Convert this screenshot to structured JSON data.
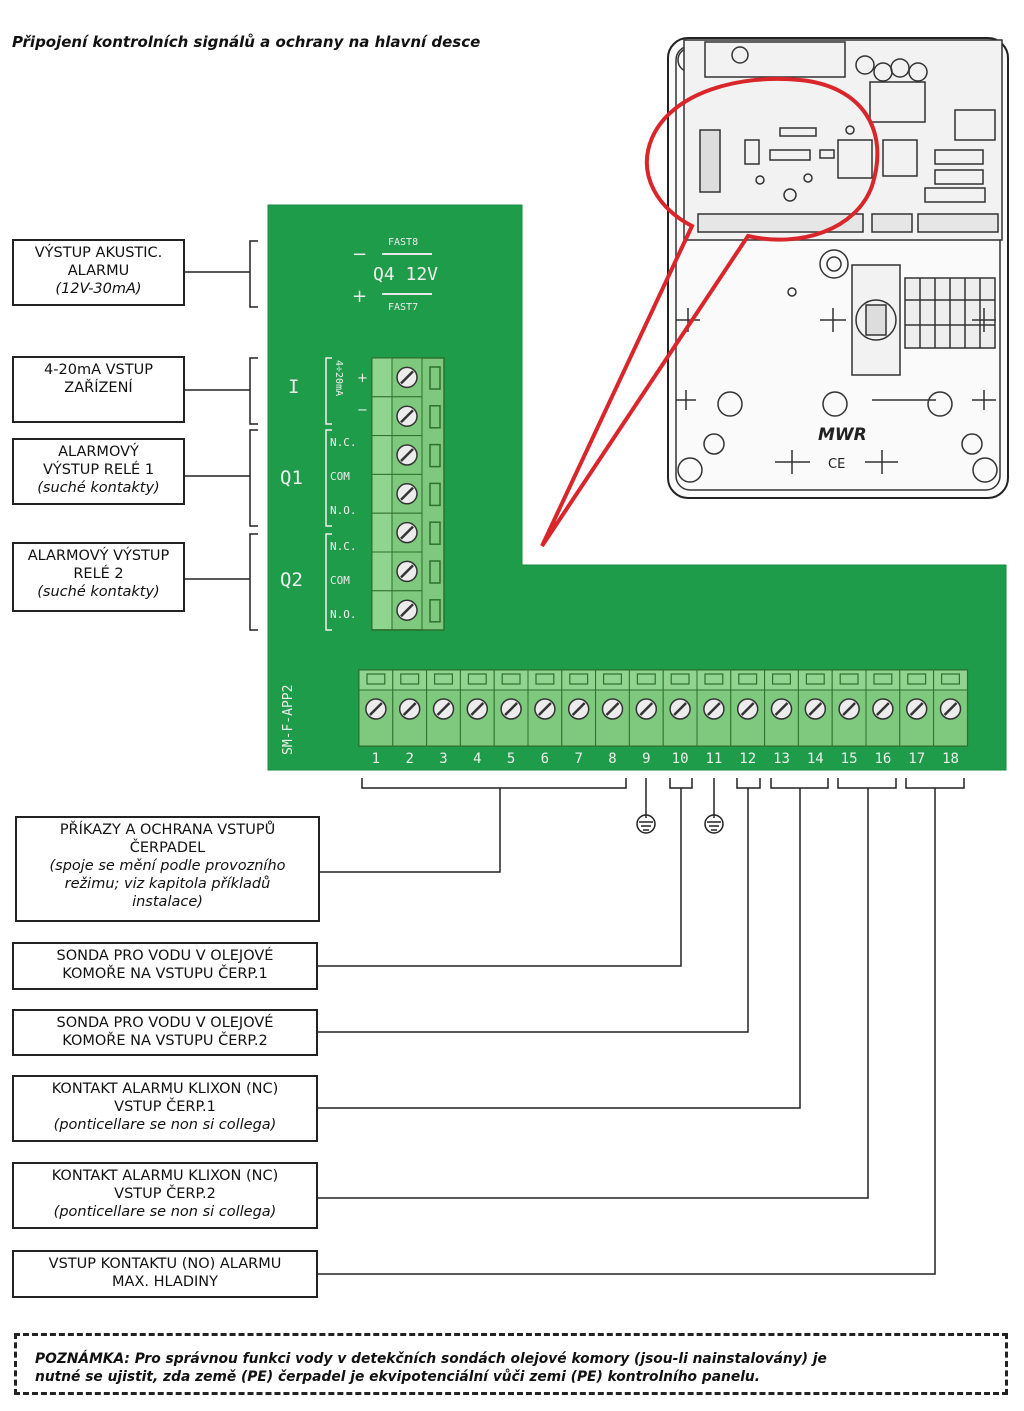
{
  "title": "Připojení kontrolních signálů a ochrany na hlavní desce",
  "board": {
    "model": "SM-F-APP2",
    "fuse_top": "FAST8",
    "fuse_bottom": "FAST7",
    "fuse_label": "Q4 12V",
    "minus": "−",
    "plus": "+",
    "group_I": "I",
    "group_Q1": "Q1",
    "group_Q2": "Q2",
    "ma_label": "4÷20mA",
    "ma_plus": "+",
    "ma_minus": "−",
    "q1_contacts": [
      "N.C.",
      "COM",
      "N.O."
    ],
    "q2_contacts": [
      "N.C.",
      "COM",
      "N.O."
    ],
    "terminals": [
      "1",
      "2",
      "3",
      "4",
      "5",
      "6",
      "7",
      "8",
      "9",
      "10",
      "11",
      "12",
      "13",
      "14",
      "15",
      "16",
      "17",
      "18"
    ]
  },
  "panel": {
    "brand": "MWR",
    "ce": "CE"
  },
  "labels": {
    "acoustic": [
      "VÝSTUP AKUSTIC.",
      "ALARMU",
      "(12V-30mA)"
    ],
    "ma_input": [
      "4-20mA VSTUP",
      "ZAŘÍZENÍ"
    ],
    "relay1": [
      "ALARMOVÝ",
      "VÝSTUP RELÉ 1",
      "(suché kontakty)"
    ],
    "relay2": [
      "ALARMOVÝ VÝSTUP",
      "RELÉ 2",
      "(suché kontakty)"
    ],
    "pump_cmd": [
      "PŘÍKAZY A OCHRANA VSTUPŮ",
      "ČERPADEL",
      "(spoje se mění podle provozního",
      "režimu; viz kapitola příkladů",
      "instalace)"
    ],
    "probe1": [
      "SONDA PRO VODU V OLEJOVÉ",
      "KOMOŘE NA VSTUPU ČERP.1"
    ],
    "probe2": [
      "SONDA PRO VODU V OLEJOVÉ",
      "KOMOŘE NA VSTUPU ČERP.2"
    ],
    "klixon1": [
      "KONTAKT ALARMU KLIXON (NC)",
      "VSTUP ČERP.1",
      "(ponticellare se non si collega)"
    ],
    "klixon2": [
      "KONTAKT ALARMU KLIXON (NC)",
      "VSTUP ČERP.2",
      "(ponticellare se non si collega)"
    ],
    "maxlevel": [
      "VSTUP KONTAKTU (NO) ALARMU",
      "MAX. HLADINY"
    ]
  },
  "note": [
    "POZNÁMKA: Pro správnou funkci vody v detekčních sondách olejové komory (jsou-li nainstalovány) je",
    "nutné se ujistit, zda země (PE) čerpadel je ekvipotenciální vůči zemi (PE) kontrolního panelu."
  ],
  "colors": {
    "board": "#1f9c4a",
    "terminal": "#7ec97e",
    "callout": "#d9262b",
    "line": "#222222"
  }
}
